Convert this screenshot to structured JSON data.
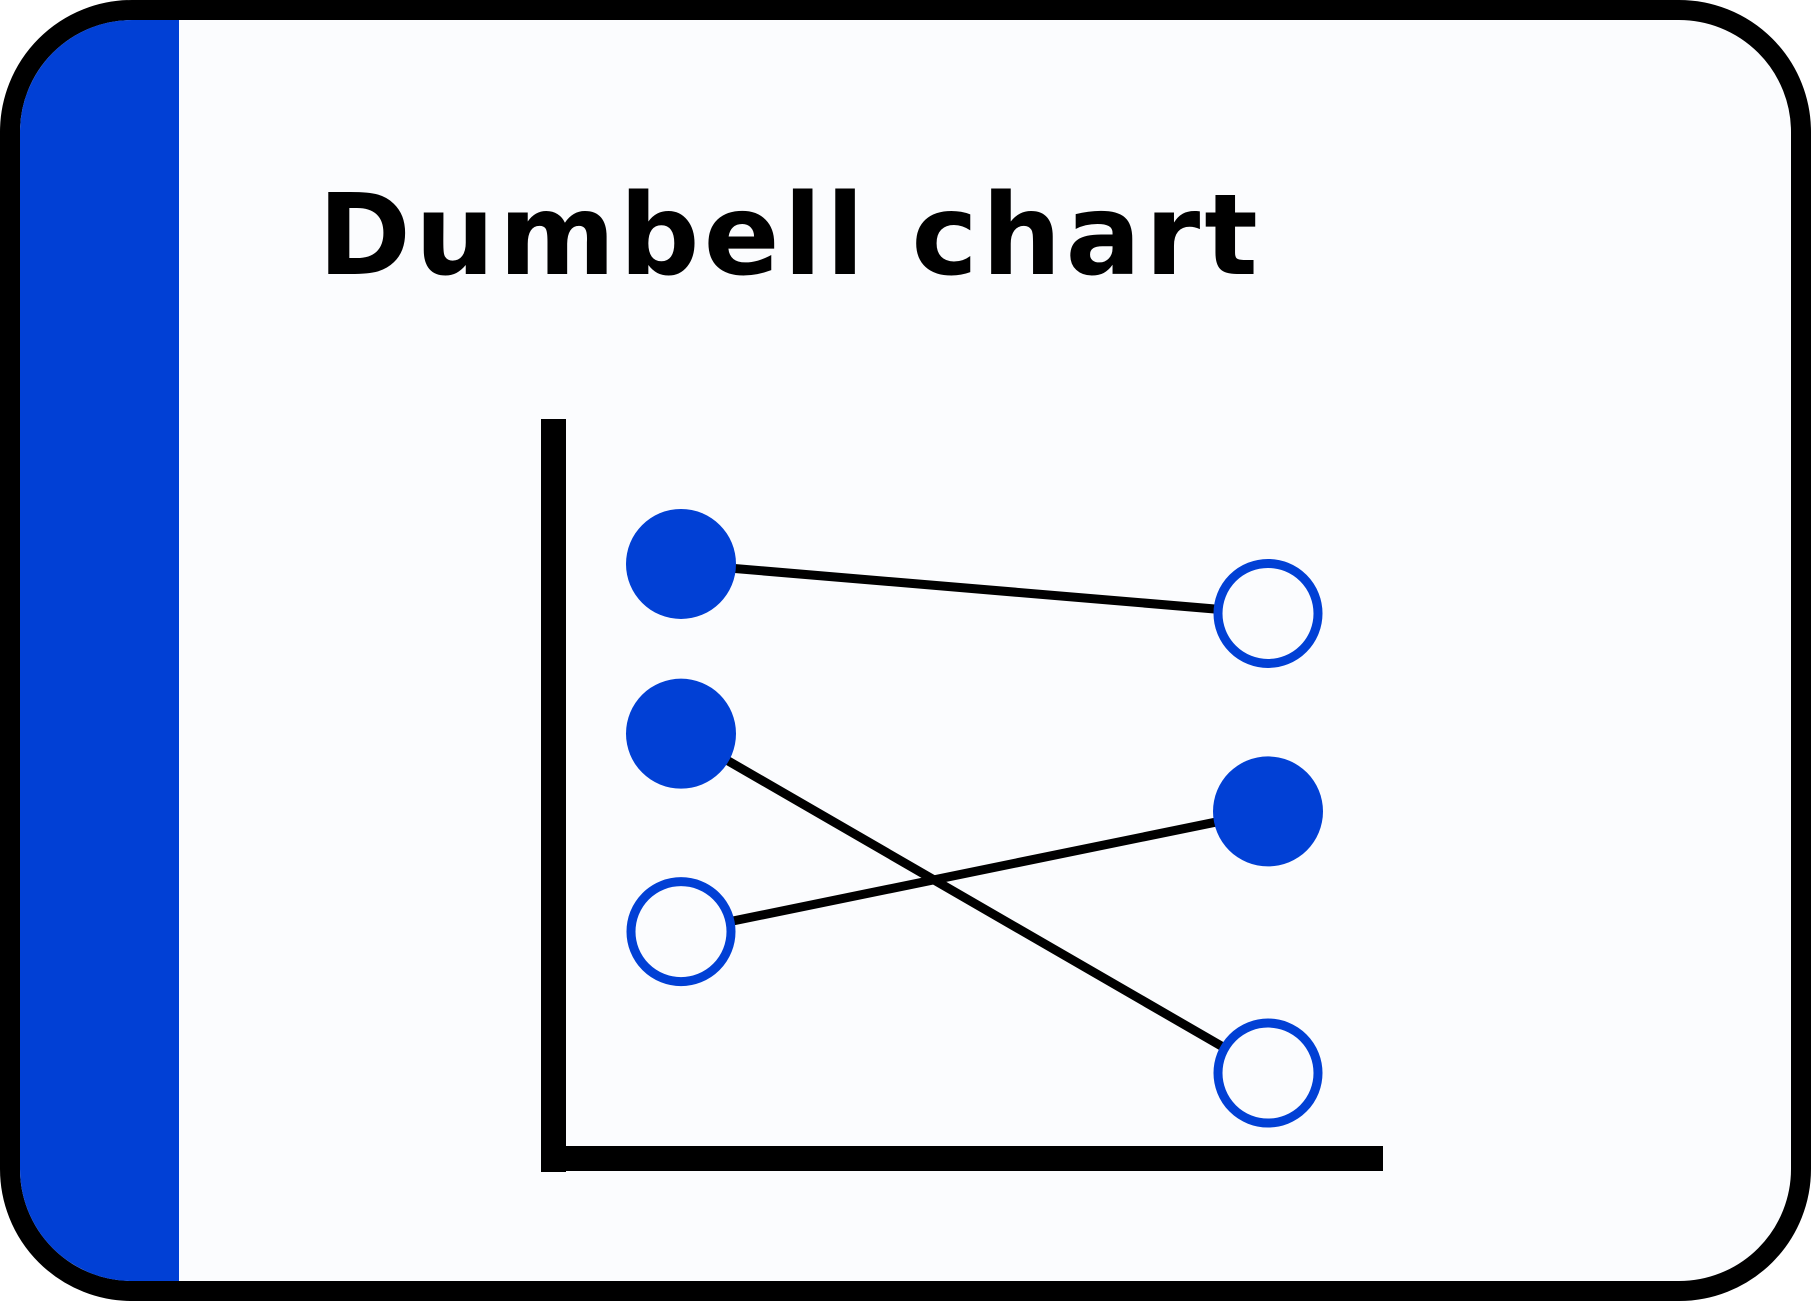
{
  "card": {
    "title": "Dumbell chart",
    "accent_color": "#0140d5",
    "border_color": "#000000",
    "background_color": "#fbfcfe"
  },
  "chart_data": {
    "type": "dumbbell",
    "axes_visible": true,
    "tick_labels": false,
    "grid": false,
    "rows": [
      {
        "start": {
          "x": 0,
          "y": 0.86,
          "filled": true
        },
        "end": {
          "x": 1,
          "y": 0.79,
          "filled": false
        }
      },
      {
        "start": {
          "x": 0,
          "y": 0.62,
          "filled": true
        },
        "end": {
          "x": 1,
          "y": 0.14,
          "filled": false
        }
      },
      {
        "start": {
          "x": 0,
          "y": 0.34,
          "filled": false
        },
        "end": {
          "x": 1,
          "y": 0.51,
          "filled": true
        }
      }
    ],
    "marker_color": "#0140d5",
    "line_color": "#000000"
  }
}
